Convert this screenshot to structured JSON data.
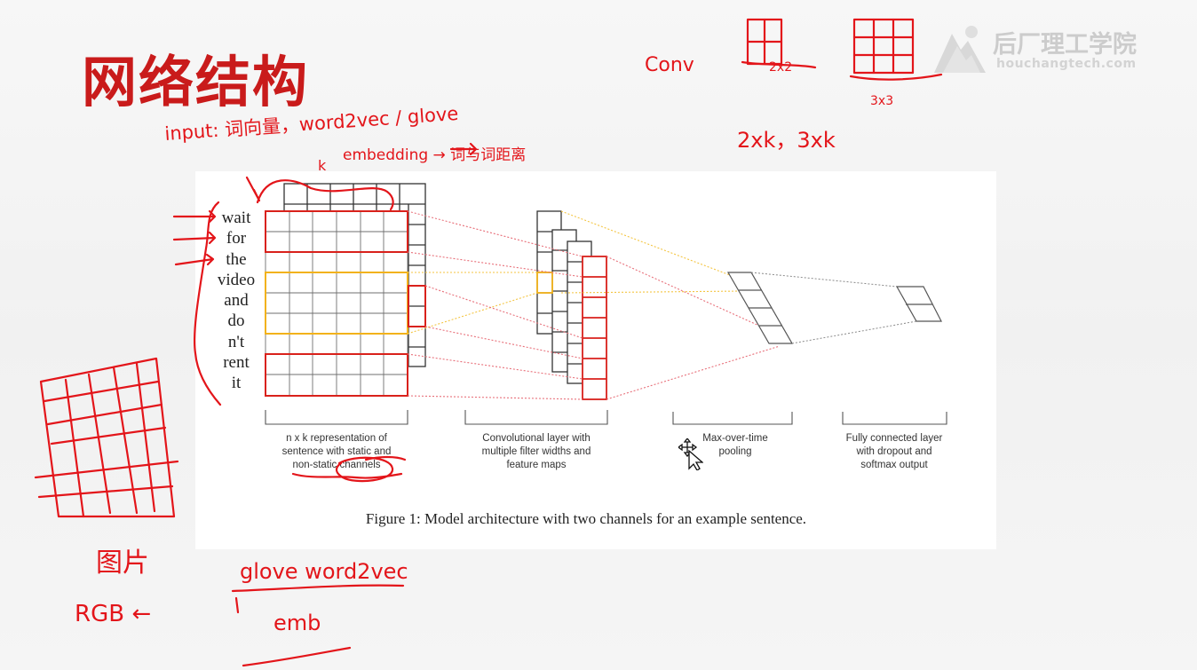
{
  "slide": {
    "title": "网络结构"
  },
  "watermark": {
    "name": "后厂理工学院",
    "url": "houchangtech.com",
    "logo_icon": "mountain-logo-icon"
  },
  "figure": {
    "words": [
      "wait",
      "for",
      "the",
      "video",
      "and",
      "do",
      "n't",
      "rent",
      "it"
    ],
    "captions": {
      "representation": "n x k representation of\nsentence with static and\nnon-static channels",
      "convolution": "Convolutional layer with\nmultiple filter widths and\nfeature maps",
      "pooling": "Max-over-time\npooling",
      "fully_connected": "Fully connected layer\nwith dropout and\nsoftmax output"
    },
    "figure_caption": "Figure 1: Model architecture with two channels for an example sentence."
  },
  "annotations": {
    "input_note": "input: 词向量，word2vec / glove",
    "embedding_note": "embedding → 词与词距离",
    "k_label": "k",
    "conv_label": "Conv",
    "kernel_2x2": "2x2",
    "kernel_3x3": "3x3",
    "kernel_sizes": "2xk，3xk",
    "picture_label": "图片",
    "rgb_label": "RGB ←",
    "glove_note": "glove word2vec",
    "emb_label": "emb"
  },
  "colors": {
    "ink": "#e3151a",
    "title": "#c91b1b",
    "grid_black": "#333333",
    "grid_red": "#d9211b",
    "grid_yellow": "#f2b21a",
    "link_red": "#e8707a",
    "link_yellow": "#f4c542",
    "link_gray": "#8a8a8a"
  }
}
